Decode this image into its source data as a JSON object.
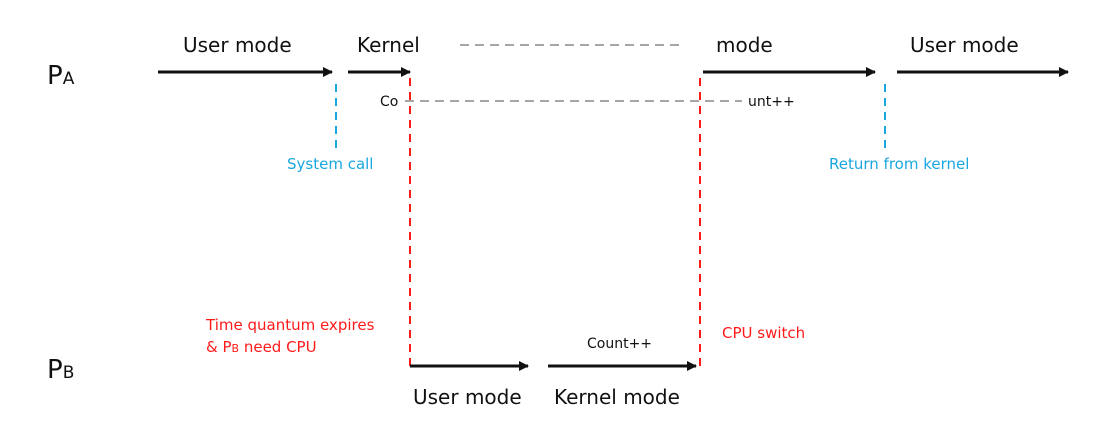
{
  "processes": {
    "a": {
      "letter": "P",
      "sub": "A"
    },
    "b": {
      "letter": "P",
      "sub": "B"
    }
  },
  "labels": {
    "pa_user_mode_1": "User mode",
    "pa_kernel": "Kernel",
    "pa_mode": "mode",
    "pa_user_mode_2": "User mode",
    "count_left": "Co",
    "count_right": "unt++",
    "system_call": "System call",
    "return_from_kernel": "Return from kernel",
    "time_quantum_line1": "Time quantum expires",
    "time_quantum_line2_pre": "& P",
    "time_quantum_line2_sub": "B",
    "time_quantum_line2_post": " need CPU",
    "cpu_switch": "CPU switch",
    "pb_count": "Count++",
    "pb_user_mode": "User mode",
    "pb_kernel_mode": "Kernel mode"
  },
  "colors": {
    "arrow": "#111111",
    "blue": "#1aa7e0",
    "red": "#ff1a1a",
    "gray_dash": "#a6a6a6"
  }
}
